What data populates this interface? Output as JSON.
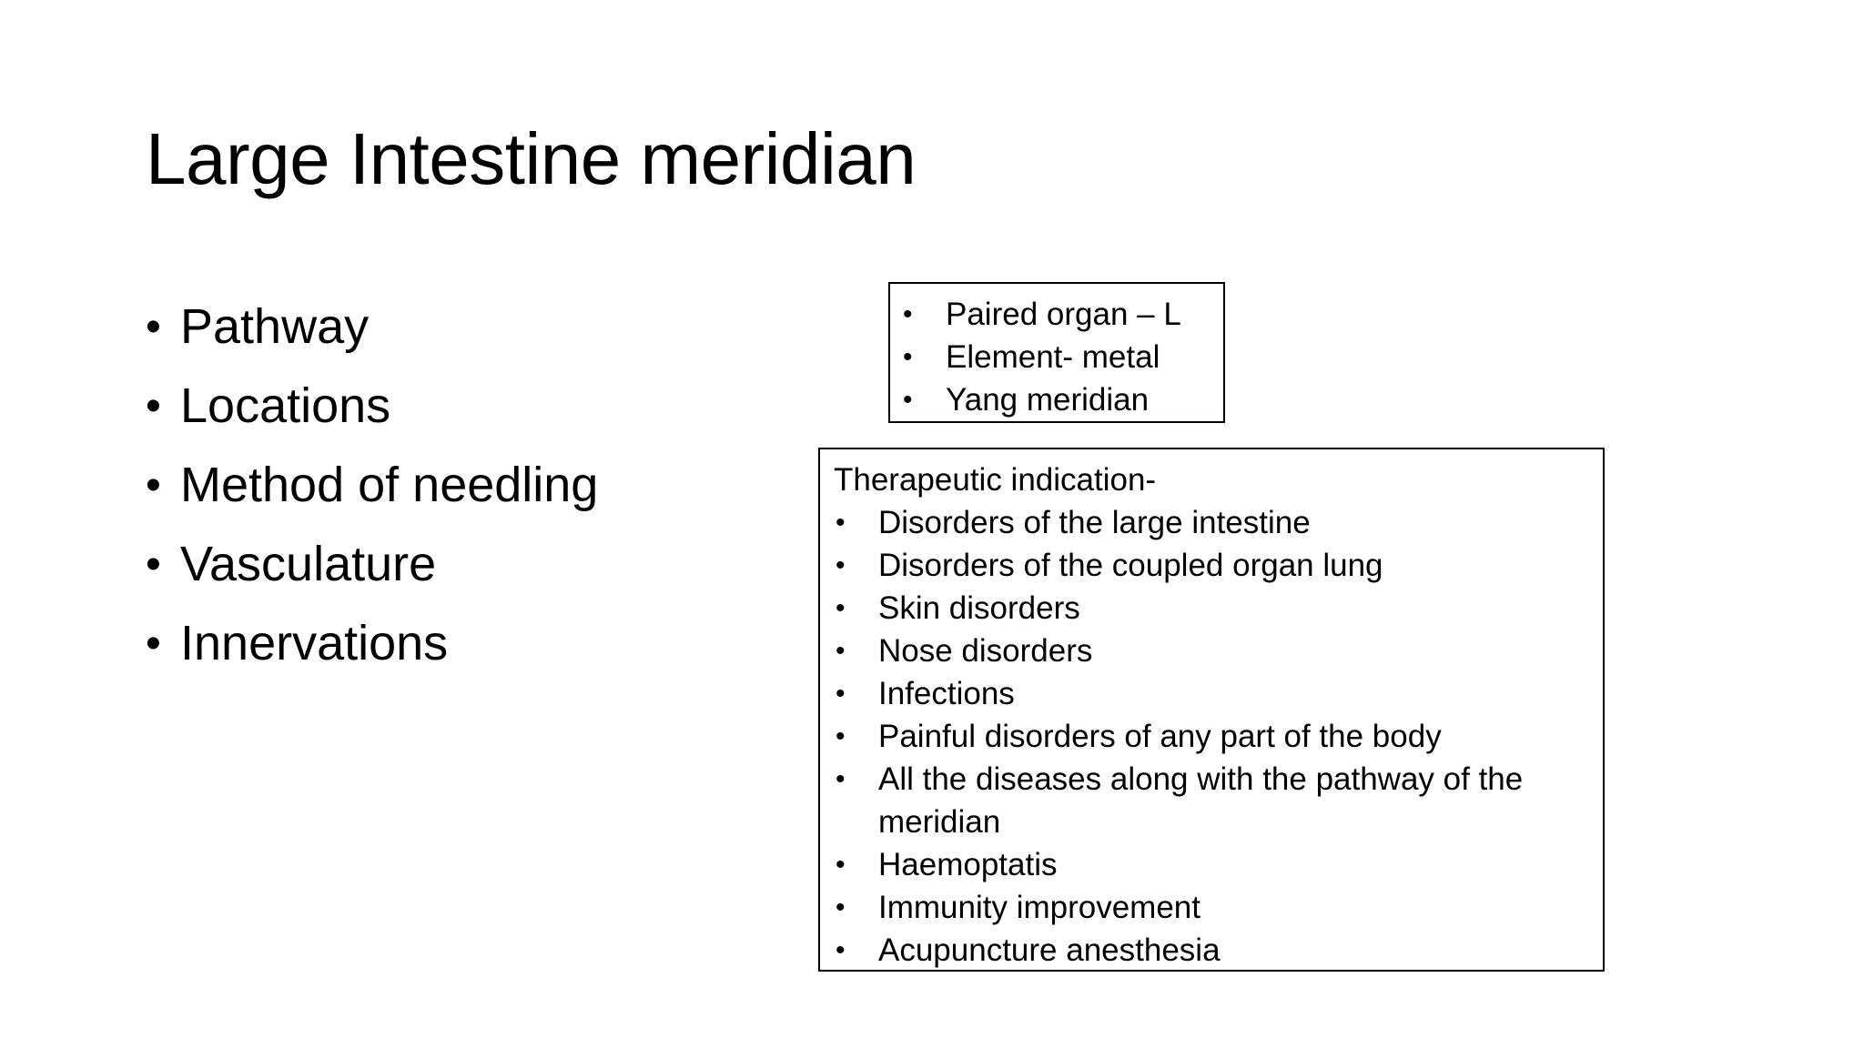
{
  "title": "Large Intestine meridian",
  "main_list": [
    "Pathway",
    "Locations",
    "Method of needling",
    "Vasculature",
    "Innervations"
  ],
  "organ_box": {
    "items": [
      "Paired organ – L",
      "Element- metal",
      "Yang meridian"
    ]
  },
  "indication_box": {
    "heading": "Therapeutic indication-",
    "items": [
      "Disorders of the large intestine",
      "Disorders of the coupled organ lung",
      "Skin disorders",
      "Nose disorders",
      "Infections",
      "Painful disorders of any part of the body",
      "All the diseases along with the pathway of the meridian",
      "Haemoptatis",
      "Immunity improvement",
      "Acupuncture anesthesia"
    ]
  },
  "bullet_char": "•"
}
